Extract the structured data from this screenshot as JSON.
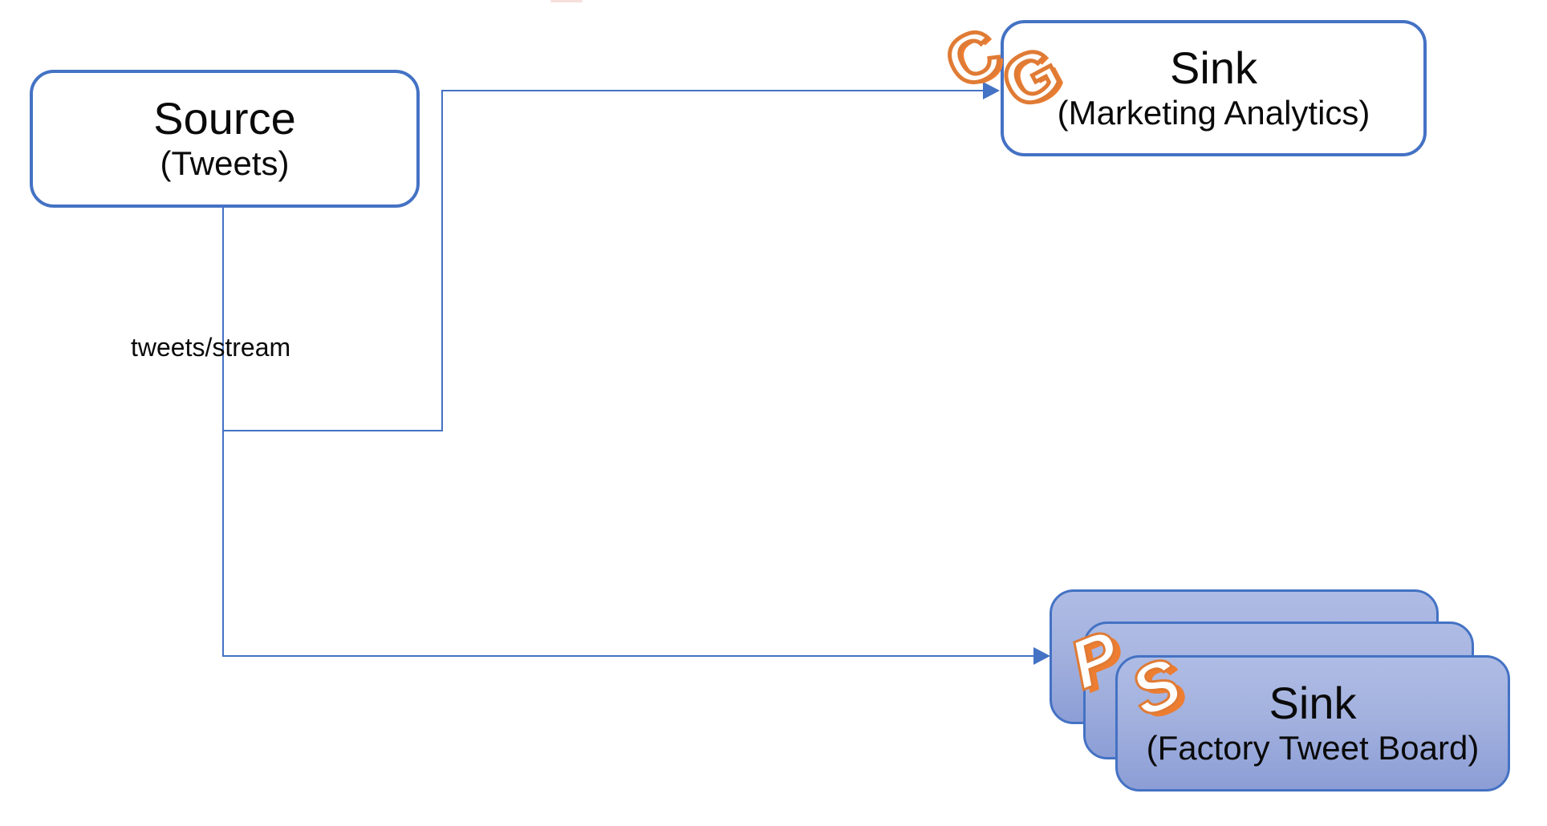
{
  "nodes": {
    "source": {
      "title": "Source",
      "subtitle": "(Tweets)"
    },
    "sink_marketing": {
      "title": "Sink",
      "subtitle": "(Marketing Analytics)"
    },
    "sink_factory": {
      "title": "Sink",
      "subtitle": "(Factory Tweet Board)"
    }
  },
  "edges": {
    "stream_label": "tweets/stream"
  },
  "logos": {
    "cg": {
      "letters": [
        "C",
        "G"
      ]
    },
    "ps": {
      "letters": [
        "P",
        "S"
      ]
    }
  },
  "colors": {
    "accent_blue": "#4472C4",
    "accent_orange": "#ED7D31",
    "stack_fill_top": "#AEBCE5",
    "stack_fill_bottom": "#8C9ED6"
  }
}
